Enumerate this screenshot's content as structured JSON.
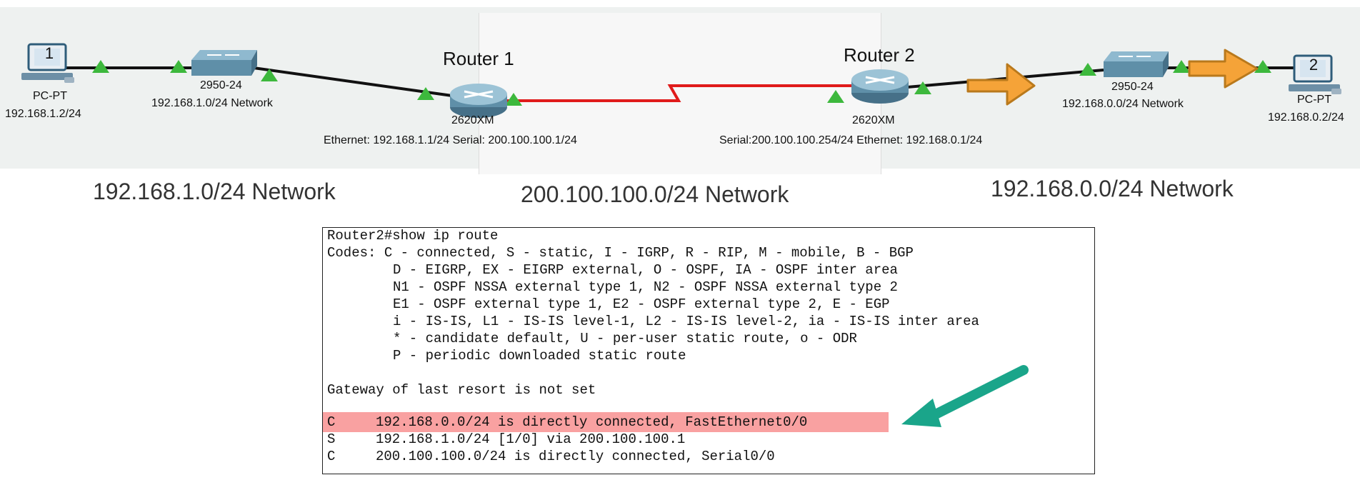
{
  "diagram": {
    "pc1": {
      "number": "1",
      "type": "PC-PT",
      "ip": "192.168.1.2/24"
    },
    "switch1": {
      "model": "2950-24",
      "network": "192.168.1.0/24 Network"
    },
    "router1": {
      "name": "Router 1",
      "model": "2620XM",
      "interfaces": "Ethernet: 192.168.1.1/24 Serial: 200.100.100.1/24"
    },
    "router2": {
      "name": "Router 2",
      "model": "2620XM",
      "interfaces": "Serial:200.100.100.254/24 Ethernet: 192.168.0.1/24"
    },
    "switch2": {
      "model": "2950-24",
      "network": "192.168.0.0/24 Network"
    },
    "pc2": {
      "number": "2",
      "type": "PC-PT",
      "ip": "192.168.0.2/24"
    },
    "networks": {
      "left": "192.168.1.0/24 Network",
      "center": "200.100.100.0/24 Network",
      "right": "192.168.0.0/24 Network"
    },
    "colors": {
      "link": "#111111",
      "serial_link": "#e01b1b",
      "link_light": "#3db83d",
      "device": "#5f8fa8",
      "arrow_orange": "#f5a338",
      "arrow_teal": "#1aa58a",
      "highlight": "#f9a1a1"
    }
  },
  "cli": {
    "command": "Router2#show ip route",
    "codes": [
      "Codes: C - connected, S - static, I - IGRP, R - RIP, M - mobile, B - BGP",
      "D - EIGRP, EX - EIGRP external, O - OSPF, IA - OSPF inter area",
      "N1 - OSPF NSSA external type 1, N2 - OSPF NSSA external type 2",
      "E1 - OSPF external type 1, E2 - OSPF external type 2, E - EGP",
      "i - IS-IS, L1 - IS-IS level-1, L2 - IS-IS level-2, ia - IS-IS inter area",
      "* - candidate default, U - per-user static route, o - ODR",
      "P - periodic downloaded static route"
    ],
    "gateway": "Gateway of last resort is not set",
    "routes": [
      {
        "code": "C",
        "text": "192.168.0.0/24 is directly connected, FastEthernet0/0",
        "highlighted": true
      },
      {
        "code": "S",
        "text": "192.168.1.0/24 [1/0] via 200.100.100.1",
        "highlighted": false
      },
      {
        "code": "C",
        "text": "200.100.100.0/24 is directly connected, Serial0/0",
        "highlighted": false
      }
    ]
  }
}
